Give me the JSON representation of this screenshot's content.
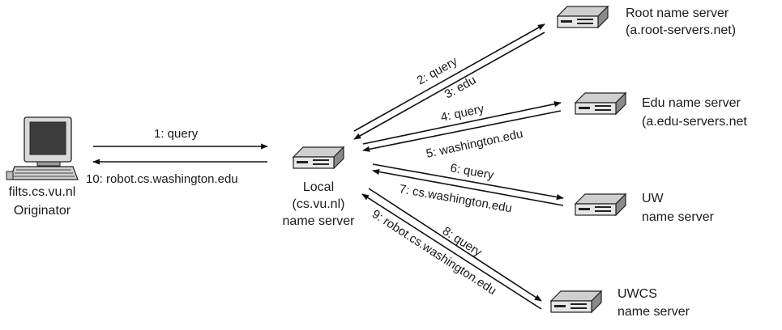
{
  "originator": {
    "line1": "filts.cs.vu.nl",
    "line2": "Originator"
  },
  "local": {
    "line1": "Local",
    "line2": "(cs.vu.nl)",
    "line3": "name server"
  },
  "root": {
    "line1": "Root name server",
    "line2": "(a.root-servers.net)"
  },
  "edu": {
    "line1": "Edu name server",
    "line2": "(a.edu-servers.net"
  },
  "uw": {
    "line1": "UW",
    "line2": "name server"
  },
  "uwcs": {
    "line1": "UWCS",
    "line2": "name server"
  },
  "messages": {
    "m1": "1: query",
    "m2": "2: query",
    "m3": "3: edu",
    "m4": "4: query",
    "m5": "5: washington.edu",
    "m6": "6: query",
    "m7": "7: cs.washington.edu",
    "m8": "8: query",
    "m9": "9: robot.cs.washington.edu",
    "m10": "10: robot.cs.washington.edu"
  }
}
